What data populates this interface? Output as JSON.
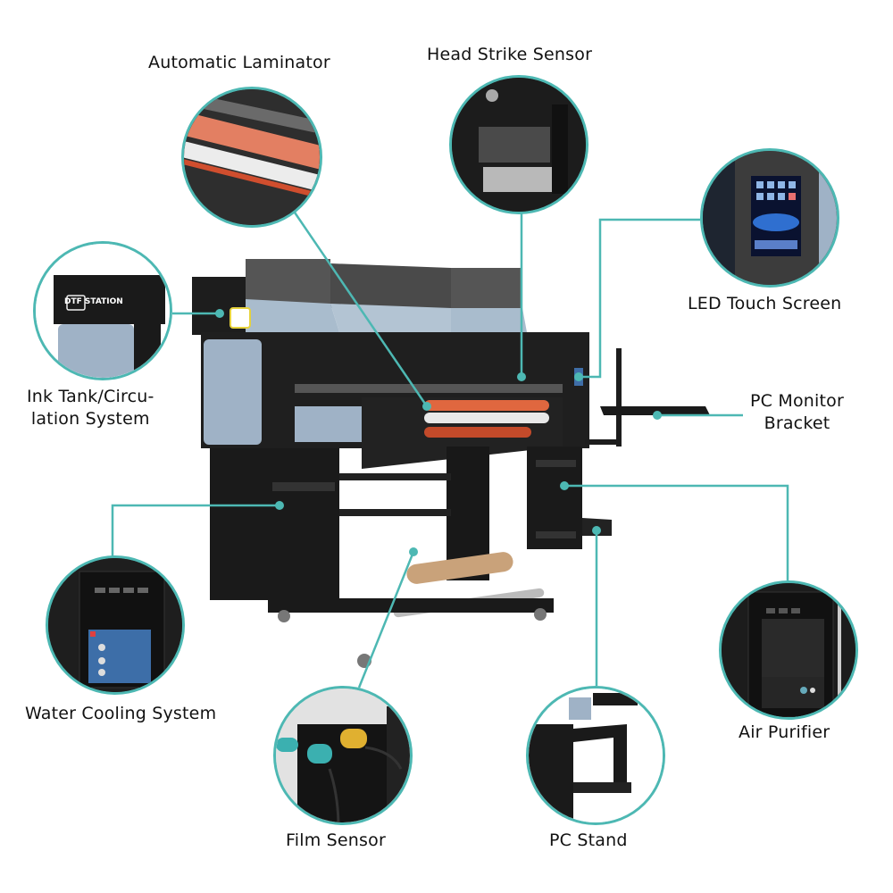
{
  "colors": {
    "accent": "#4db8b3",
    "text": "#111111",
    "machine_dark": "#1e1e1e",
    "panel_blue": "#9fb2c6",
    "roller_orange": "#e0673f"
  },
  "brand": {
    "logo_text_left": "DTF",
    "logo_text_right": "STATION"
  },
  "callouts": [
    {
      "id": "laminator",
      "label": "Automatic Laminator"
    },
    {
      "id": "head-strike",
      "label": "Head Strike Sensor"
    },
    {
      "id": "touch-screen",
      "label": "LED Touch Screen"
    },
    {
      "id": "ink-tank",
      "label_line1": "Ink Tank/Circu-",
      "label_line2": "lation System"
    },
    {
      "id": "monitor-bracket",
      "label_line1": "PC Monitor",
      "label_line2": "Bracket"
    },
    {
      "id": "water-cooling",
      "label": "Water Cooling System"
    },
    {
      "id": "film-sensor",
      "label": "Film Sensor"
    },
    {
      "id": "pc-stand",
      "label": "PC Stand"
    },
    {
      "id": "air-purifier",
      "label": "Air Purifier"
    }
  ]
}
